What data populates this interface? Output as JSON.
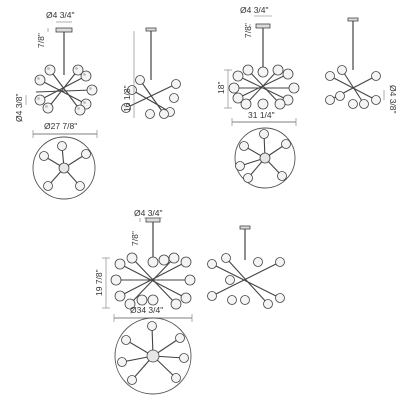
{
  "fixtures": [
    {
      "canopy_diameter": "Ø4 3/4\"",
      "canopy_height": "7/8\"",
      "globe_diameter": "Ø4 3/8\"",
      "fixture_height": "16 1/8\"",
      "overall_diameter": "Ø27 7/8\""
    },
    {
      "canopy_diameter": "Ø4 3/4\"",
      "canopy_height": "7/8\"",
      "fixture_height": "18\"",
      "overall_width": "31 1/4\"",
      "globe_diameter": "Ø4 3/8\""
    },
    {
      "canopy_diameter": "Ø4 3/4\"",
      "canopy_height": "7/8\"",
      "fixture_height": "19 7/8\"",
      "overall_diameter": "Ø34 3/4\""
    }
  ]
}
